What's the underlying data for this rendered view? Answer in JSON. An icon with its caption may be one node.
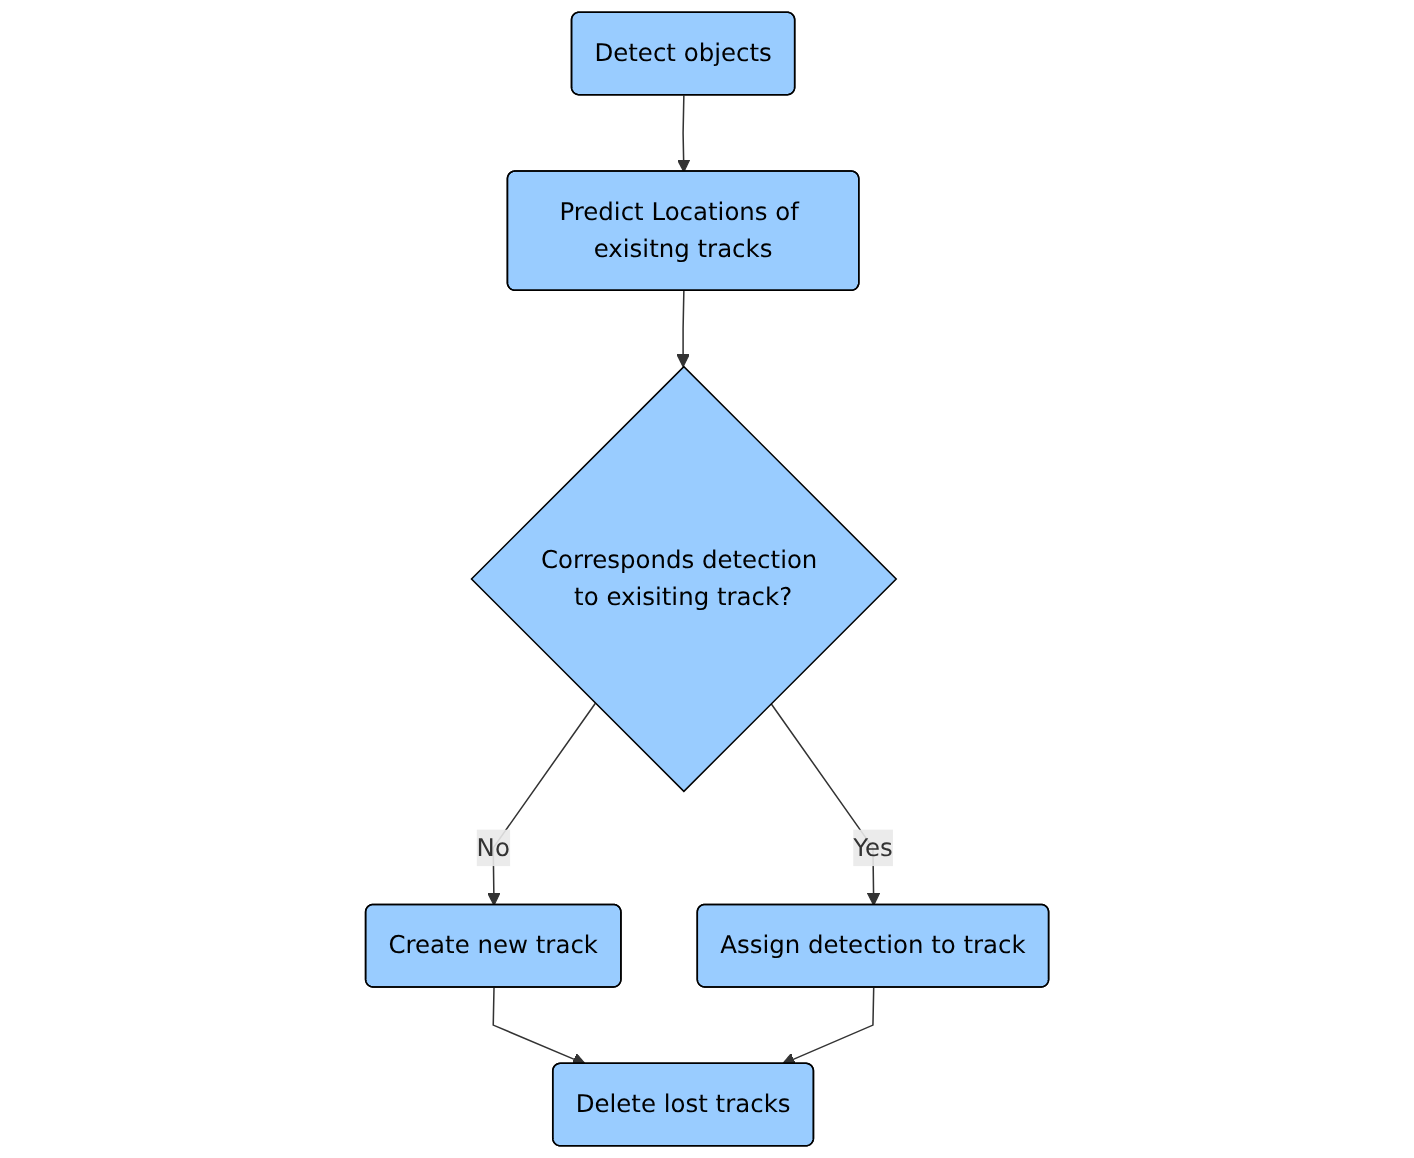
{
  "diagram": {
    "nodes": [
      {
        "text": [
          "Detect objects"
        ]
      },
      {
        "text": [
          "Predict Locations of exisitng tracks"
        ]
      },
      {
        "text": [
          "Corresponds detection to exisiting track?"
        ]
      },
      {
        "text": [
          "Create new track"
        ]
      },
      {
        "text": [
          "Assign detection to track"
        ]
      },
      {
        "text": [
          "Delete lost tracks"
        ]
      }
    ],
    "edges": [
      {
        "from": 0,
        "to": 1,
        "arrow": "to"
      },
      {
        "from": 1,
        "to": 2,
        "arrow": "to"
      },
      {
        "from": 2,
        "to": 3,
        "label": "No",
        "arrow": "to"
      },
      {
        "from": 2,
        "to": 4,
        "label": "Yes",
        "arrow": "to"
      },
      {
        "from": 3,
        "to": 5,
        "arrow": "to"
      },
      {
        "from": 4,
        "to": 5,
        "arrow": "to"
      }
    ]
  }
}
